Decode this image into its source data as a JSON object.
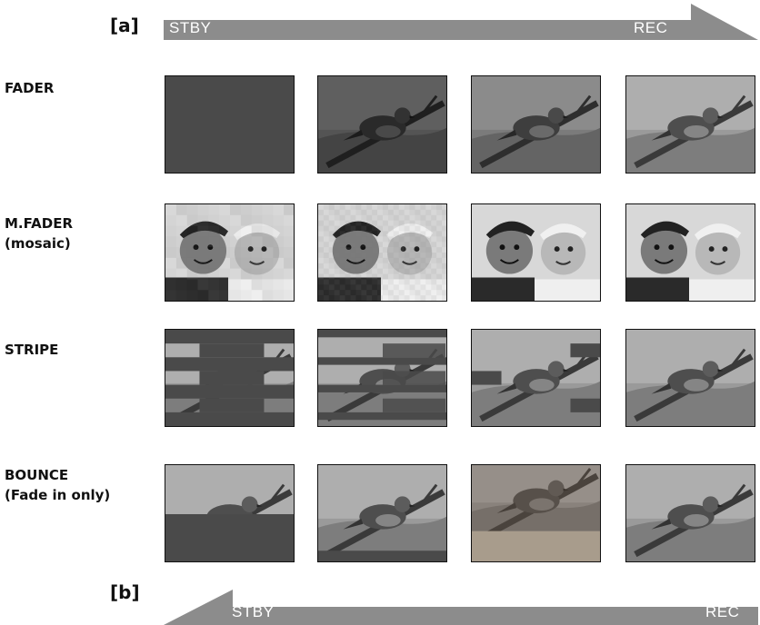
{
  "top": {
    "tag": "[a]",
    "start_label": "STBY",
    "end_label": "REC"
  },
  "bottom": {
    "tag": "[b]",
    "start_label": "STBY",
    "end_label": "REC"
  },
  "rows": [
    {
      "id": "fader",
      "label_lines": [
        "FADER"
      ],
      "frames": [
        "dark",
        "bird-dark",
        "bird-mid",
        "bird"
      ]
    },
    {
      "id": "mfader",
      "label_lines": [
        "M.FADER",
        "(mosaic)"
      ],
      "frames": [
        "kids-mosaic-coarse",
        "kids-mosaic-fine",
        "kids",
        "kids"
      ]
    },
    {
      "id": "stripe",
      "label_lines": [
        "STRIPE"
      ],
      "frames": [
        "stripe-1",
        "stripe-2",
        "stripe-3",
        "bird"
      ]
    },
    {
      "id": "bounce",
      "label_lines": [
        "BOUNCE",
        "(Fade in only)"
      ],
      "frames": [
        "bounce-1",
        "bounce-2",
        "bounce-3",
        "bird"
      ]
    }
  ],
  "colors": {
    "arrow": "#8c8c8c",
    "dark": "#4a4a4a",
    "sepia_base": "#a89c8c"
  }
}
